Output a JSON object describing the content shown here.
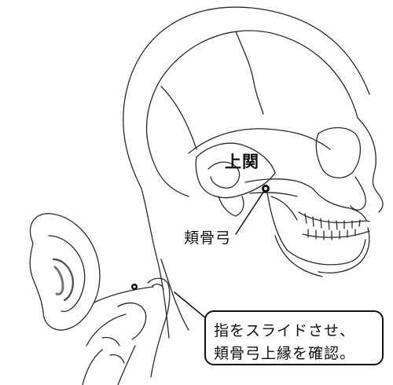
{
  "labels": {
    "acupoint": "上関",
    "bone": "頬骨弓",
    "instruction_line1": "指をスライドさせ、",
    "instruction_line2": "頬骨弓上縁を確認。"
  },
  "colors": {
    "line": "#2a2a2a",
    "point": "#111111",
    "background": "#ffffff"
  }
}
